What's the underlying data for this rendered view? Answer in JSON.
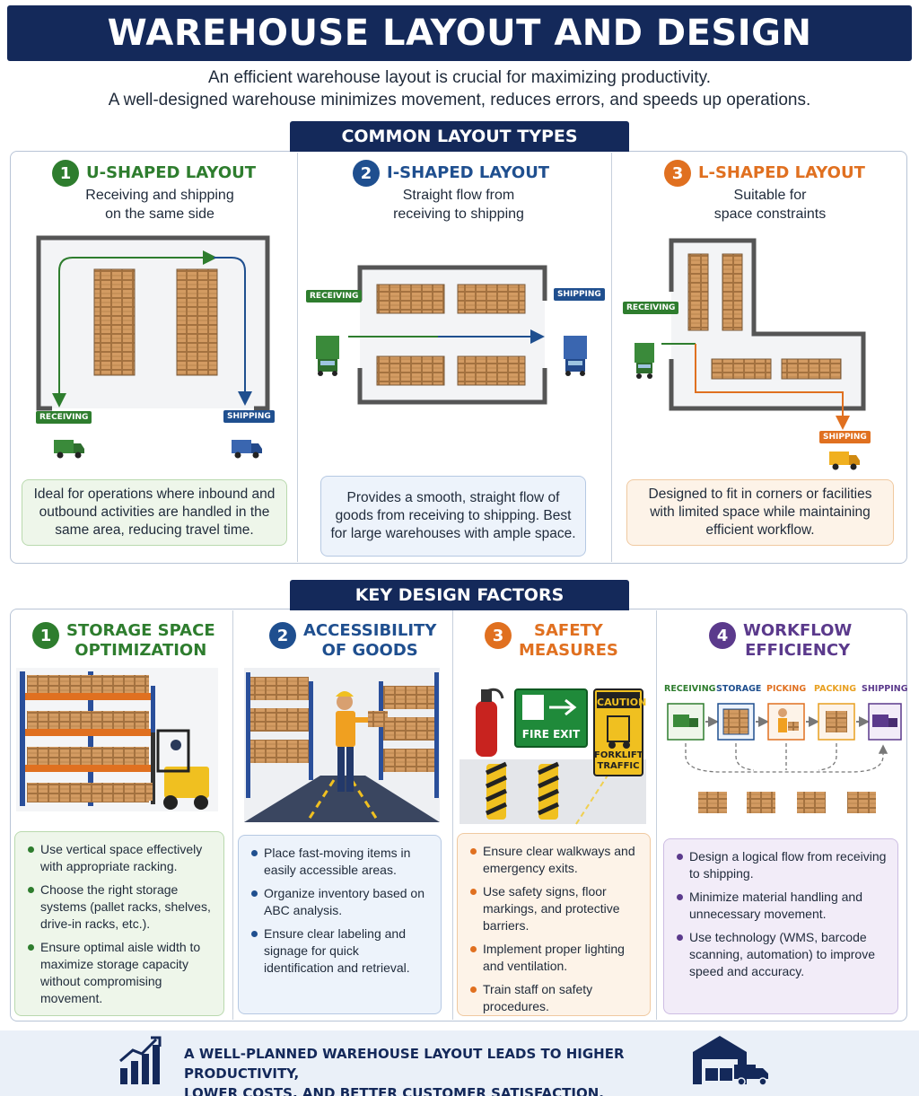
{
  "title": "WAREHOUSE LAYOUT AND DESIGN",
  "intro": {
    "line1": "An efficient warehouse layout is crucial for maximizing productivity.",
    "line2": "A well-designed warehouse minimizes movement, reduces errors, and speeds up operations."
  },
  "colors": {
    "navy": "#14295a",
    "green": "#2e7d2e",
    "blue": "#1f4f8f",
    "orange": "#e07020",
    "purple": "#5b3a8c"
  },
  "layout_types": {
    "heading": "COMMON LAYOUT TYPES",
    "items": [
      {
        "number": "1",
        "title": "U-SHAPED LAYOUT",
        "subtitle_line1": "Receiving and shipping",
        "subtitle_line2": "on the same side",
        "receiving_label": "RECEIVING",
        "shipping_label": "SHIPPING",
        "description": "Ideal for operations where inbound and outbound activities are handled in the same area, reducing travel time."
      },
      {
        "number": "2",
        "title": "I-SHAPED LAYOUT",
        "subtitle_line1": "Straight flow from",
        "subtitle_line2": "receiving to shipping",
        "receiving_label": "RECEIVING",
        "shipping_label": "SHIPPING",
        "description": "Provides a smooth, straight flow of goods from receiving to shipping. Best for large warehouses with ample space."
      },
      {
        "number": "3",
        "title": "L-SHAPED LAYOUT",
        "subtitle_line1": "Suitable for",
        "subtitle_line2": "space constraints",
        "receiving_label": "RECEIVING",
        "shipping_label": "SHIPPING",
        "description": "Designed to fit in corners or facilities with limited space while maintaining efficient workflow."
      }
    ]
  },
  "design_factors": {
    "heading": "KEY DESIGN FACTORS",
    "items": [
      {
        "number": "1",
        "title_line1": "STORAGE SPACE",
        "title_line2": "OPTIMIZATION",
        "bullets": [
          "Use vertical space effectively with appropriate racking.",
          "Choose the right storage systems (pallet racks, shelves, drive-in racks, etc.).",
          "Ensure optimal aisle width to maximize storage capacity without compromising movement."
        ]
      },
      {
        "number": "2",
        "title_line1": "ACCESSIBILITY",
        "title_line2": "OF GOODS",
        "bullets": [
          "Place fast-moving items in easily accessible areas.",
          "Organize inventory based on ABC analysis.",
          "Ensure clear labeling and signage for quick identification and retrieval."
        ]
      },
      {
        "number": "3",
        "title_line1": "SAFETY",
        "title_line2": "MEASURES",
        "sign_fire_exit": "FIRE EXIT",
        "sign_caution": "CAUTION",
        "sign_forklift_line1": "FORKLIFT",
        "sign_forklift_line2": "TRAFFIC",
        "bullets": [
          "Ensure clear walkways and emergency exits.",
          "Use safety signs, floor markings, and protective barriers.",
          "Implement proper lighting and ventilation.",
          "Train staff on safety procedures."
        ]
      },
      {
        "number": "4",
        "title_line1": "WORKFLOW",
        "title_line2": "EFFICIENCY",
        "flow_steps": [
          "RECEIVING",
          "STORAGE",
          "PICKING",
          "PACKING",
          "SHIPPING"
        ],
        "bullets": [
          "Design a logical flow from receiving to shipping.",
          "Minimize material handling and unnecessary movement.",
          "Use technology (WMS, barcode scanning, automation) to improve speed and accuracy."
        ]
      }
    ]
  },
  "footer": {
    "line1": "A WELL-PLANNED WAREHOUSE LAYOUT LEADS TO HIGHER PRODUCTIVITY,",
    "line2": "LOWER COSTS, AND BETTER CUSTOMER SATISFACTION."
  }
}
